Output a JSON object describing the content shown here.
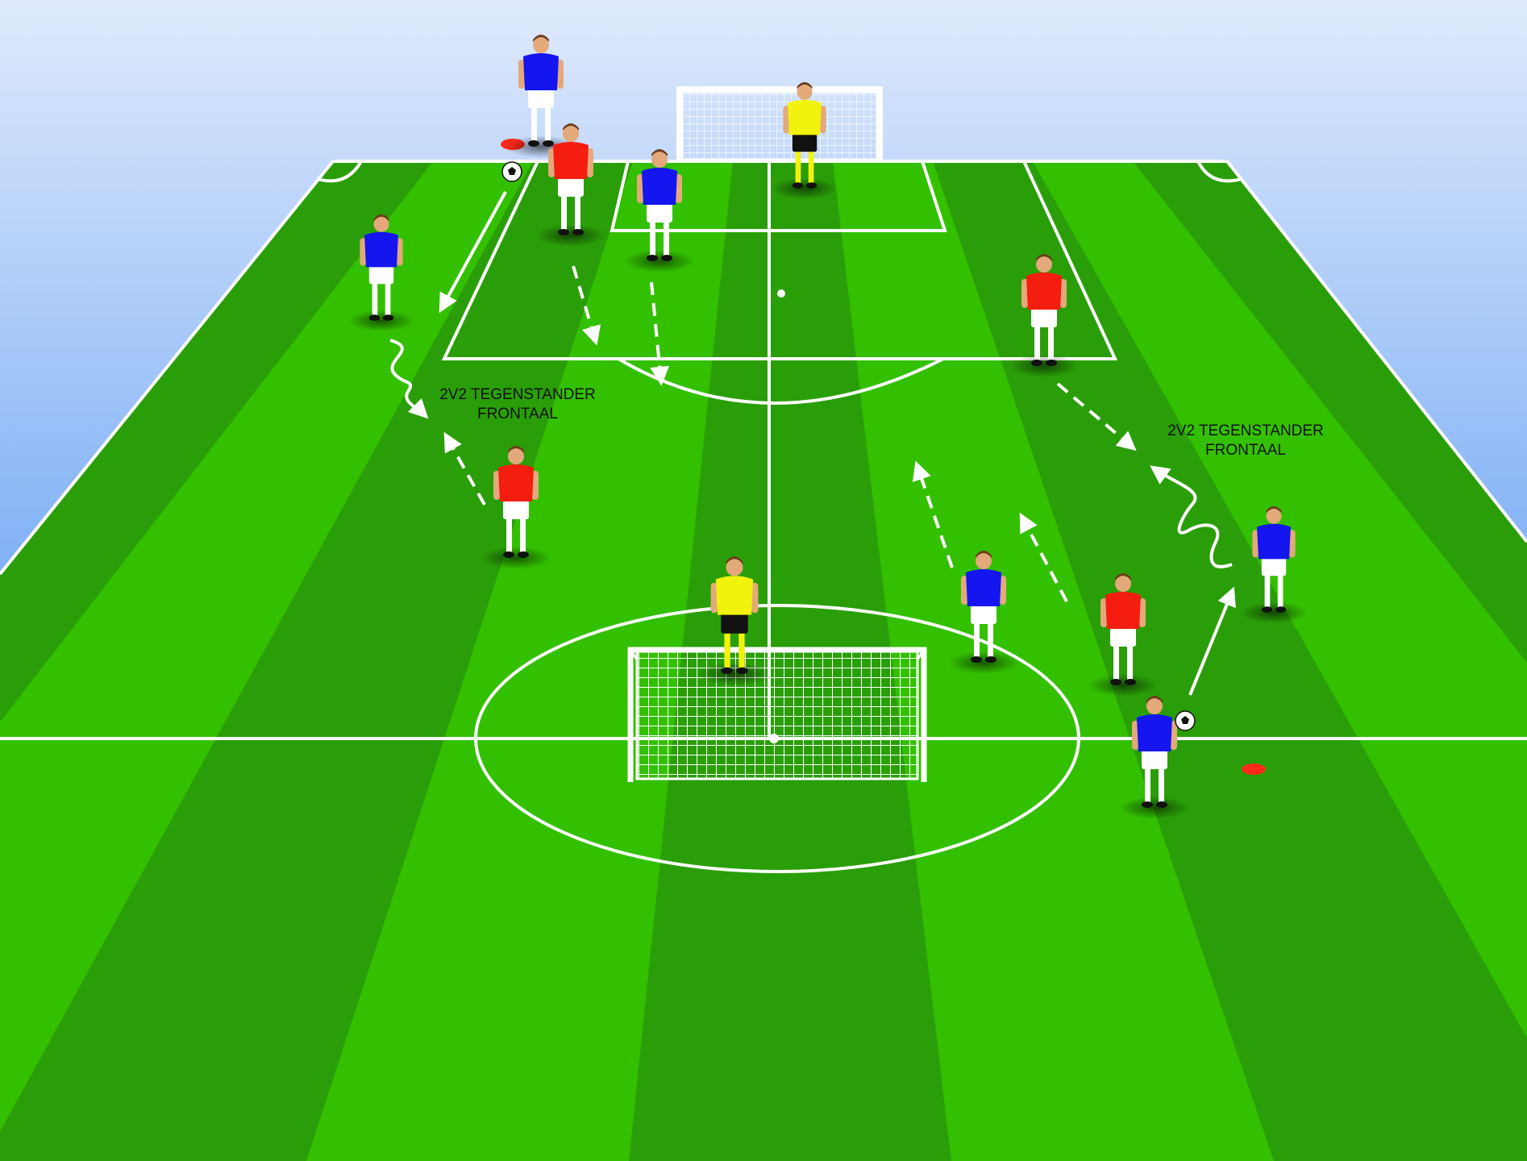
{
  "annotations": {
    "left": {
      "line1": "2V2 TEGENSTANDER",
      "line2": "FRONTAAL"
    },
    "right": {
      "line1": "2V2 TEGENSTANDER",
      "line2": "FRONTAAL"
    }
  },
  "colors": {
    "sky_top": "#dfeafc",
    "sky_bottom": "#3d86ee",
    "grass_light": "#33c000",
    "grass_dark": "#2a9e08",
    "lines": "#ffffff",
    "team_blue": "#1515f0",
    "team_red": "#f41d10",
    "goalkeeper": "#f2f20f",
    "cone": "#ff2a1a"
  },
  "players": {
    "blue_team": "team-blue",
    "red_team": "team-red",
    "goalkeepers": "goalkeeper-yellow"
  }
}
